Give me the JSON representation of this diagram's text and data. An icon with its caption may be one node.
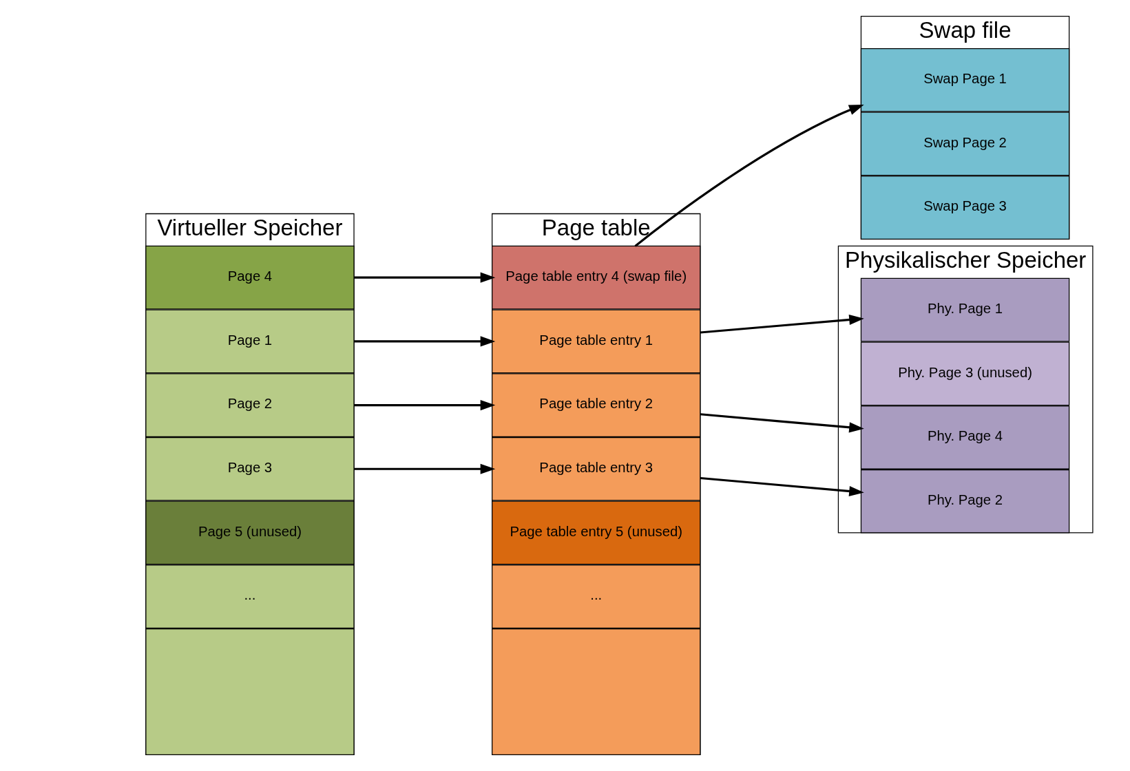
{
  "diagram": {
    "nodes": [
      {
        "text": [
          "Virtueller Speicher"
        ]
      },
      {
        "text": [
          "Page 1"
        ],
        "in": 0
      },
      {
        "text": [
          "Page 2"
        ],
        "in": 0
      },
      {
        "text": [
          "Page 3"
        ],
        "in": 0
      },
      {
        "text": [
          "Page 4"
        ],
        "in": 0
      },
      {
        "text": [
          "Page 5 (unused)"
        ],
        "in": 0
      },
      {
        "text": [
          "..."
        ],
        "in": 0
      },
      {
        "text": [],
        "shape": "box",
        "in": 0
      },
      {
        "text": [
          "Page table"
        ]
      },
      {
        "text": [
          "Page table entry 1"
        ],
        "in": 8
      },
      {
        "text": [
          "Page table entry 2"
        ],
        "in": 8
      },
      {
        "text": [
          "Page table entry 3"
        ],
        "in": 8
      },
      {
        "text": [
          "Page table entry 4 (swap file)"
        ],
        "in": 8
      },
      {
        "text": [
          "Page table entry 5 (unused)"
        ],
        "in": 8
      },
      {
        "text": [
          "..."
        ],
        "in": 8
      },
      {
        "text": [],
        "shape": "box",
        "in": 8
      },
      {
        "text": [
          "Physikalischer Speicher"
        ]
      },
      {
        "text": [
          "Phy. Page 1"
        ],
        "in": 16
      },
      {
        "text": [
          "Phy. Page 2"
        ],
        "in": 16
      },
      {
        "text": [
          "Phy. Page 3 (unused)"
        ],
        "in": 16
      },
      {
        "text": [
          "Phy. Page 4"
        ],
        "in": 16
      },
      {
        "text": [
          "Swap file"
        ]
      },
      {
        "text": [
          "Swap Page 1"
        ],
        "in": 21
      },
      {
        "text": [
          "Swap Page 2"
        ],
        "in": 21
      },
      {
        "text": [
          "Swap Page 3"
        ],
        "in": 21
      }
    ],
    "edges": [
      {
        "from": 1,
        "to": 9,
        "arrow": "to"
      },
      {
        "from": 2,
        "to": 10,
        "arrow": "to"
      },
      {
        "from": 3,
        "to": 11,
        "arrow": "to"
      },
      {
        "from": 4,
        "to": 12,
        "arrow": "to"
      },
      {
        "from": 9,
        "to": 17,
        "arrow": "to"
      },
      {
        "from": 10,
        "to": 20,
        "arrow": "to"
      },
      {
        "from": 11,
        "to": 18,
        "arrow": "to"
      },
      {
        "from": 12,
        "to": 22,
        "arrow": "to"
      }
    ]
  }
}
